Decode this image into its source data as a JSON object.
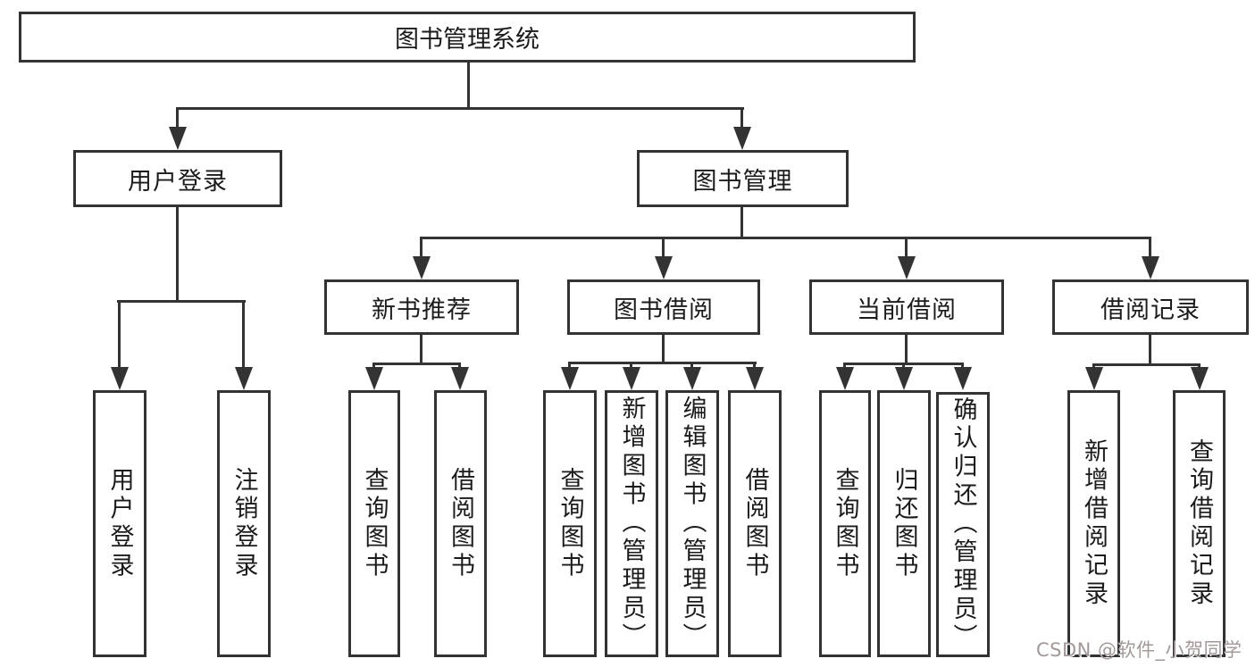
{
  "tree": {
    "label": "图书管理系统",
    "children": [
      {
        "label": "用户登录",
        "children": [
          {
            "label": "用户登录"
          },
          {
            "label": "注销登录"
          }
        ]
      },
      {
        "label": "图书管理",
        "children": [
          {
            "label": "新书推荐",
            "children": [
              {
                "label": "查询图书"
              },
              {
                "label": "借阅图书"
              }
            ]
          },
          {
            "label": "图书借阅",
            "children": [
              {
                "label": "查询图书"
              },
              {
                "label": "新增图书（管理员）"
              },
              {
                "label": "编辑图书（管理员）"
              },
              {
                "label": "借阅图书"
              }
            ]
          },
          {
            "label": "当前借阅",
            "children": [
              {
                "label": "查询图书"
              },
              {
                "label": "归还图书"
              },
              {
                "label": "确认归还（管理员）"
              }
            ]
          },
          {
            "label": "借阅记录",
            "children": [
              {
                "label": "新增借阅记录"
              },
              {
                "label": "查询借阅记录"
              }
            ]
          }
        ]
      }
    ]
  },
  "watermark": {
    "text": "CSDN @软件_小贺同学"
  },
  "colors": {
    "line": "#333333",
    "text": "#1b1b1b",
    "wm": "#a39999",
    "bg": "#ffffff"
  }
}
